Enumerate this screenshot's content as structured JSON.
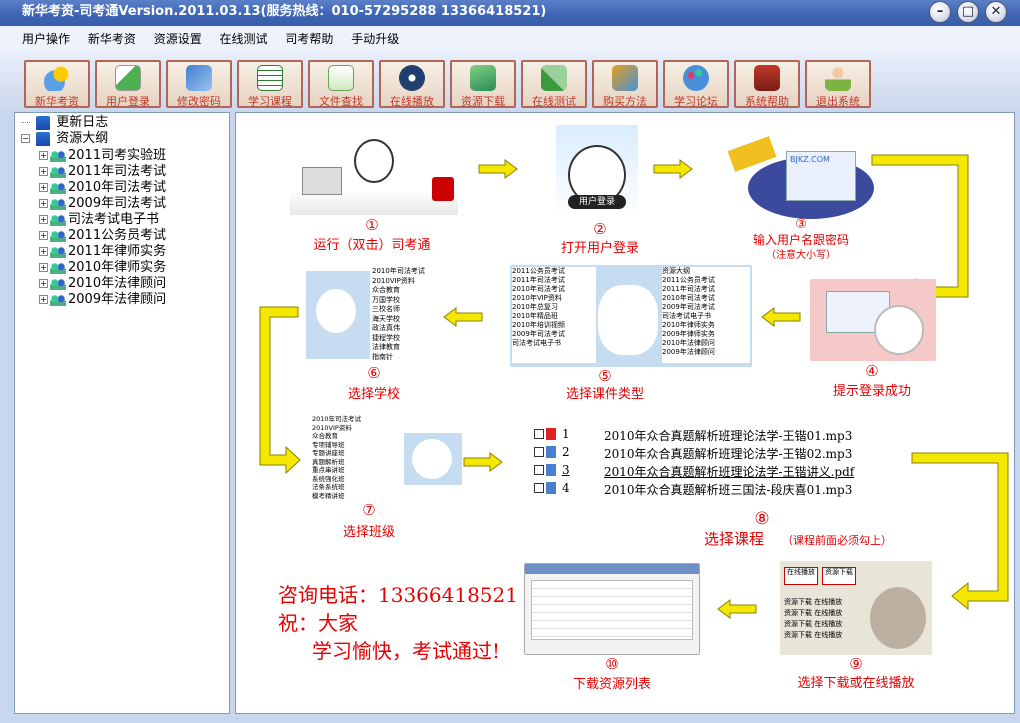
{
  "window": {
    "title": "新华考资-司考通Version.2011.03.13(服务热线：010-57295288 13366418521)",
    "controls": {
      "minimize": "–",
      "maximize": "□",
      "close": "✕"
    }
  },
  "menu": [
    "用户操作",
    "新华考资",
    "资源设置",
    "在线测试",
    "司考帮助",
    "手动升级"
  ],
  "toolbar": [
    {
      "label": "新华考资",
      "icon": "cloud-sun-icon",
      "color": "#f0a020"
    },
    {
      "label": "用户登录",
      "icon": "user-login-icon",
      "color": "#4caf50"
    },
    {
      "label": "修改密码",
      "icon": "key-icon",
      "color": "#3f7fd0"
    },
    {
      "label": "学习课程",
      "icon": "notebook-icon",
      "color": "#2e7d32"
    },
    {
      "label": "文件查找",
      "icon": "search-file-icon",
      "color": "#6aa84f"
    },
    {
      "label": "在线播放",
      "icon": "film-reel-icon",
      "color": "#1f3f6e"
    },
    {
      "label": "资源下载",
      "icon": "download-arrow-icon",
      "color": "#2e8b57"
    },
    {
      "label": "在线测试",
      "icon": "test-pencil-icon",
      "color": "#3c9a3c"
    },
    {
      "label": "购买方法",
      "icon": "shopping-card-icon",
      "color": "#e0a020"
    },
    {
      "label": "学习论坛",
      "icon": "palette-icon",
      "color": "#d04070"
    },
    {
      "label": "系统帮助",
      "icon": "toolbox-icon",
      "color": "#c0392b"
    },
    {
      "label": "退出系统",
      "icon": "exit-user-icon",
      "color": "#7cb342"
    }
  ],
  "tree": {
    "top": [
      {
        "label": "更新日志",
        "expander": ""
      },
      {
        "label": "资源大纲",
        "expander": "−"
      }
    ],
    "children": [
      "2011司考实验班",
      "2011年司法考试",
      "2010年司法考试",
      "2009年司法考试",
      "司法考试电子书",
      "2011公务员考试",
      "2011年律师实务",
      "2010年律师实务",
      "2010年法律顾问",
      "2009年法律顾问"
    ],
    "expander_plus": "+"
  },
  "steps": [
    {
      "num": "①",
      "caption": "运行（双击）司考通"
    },
    {
      "num": "②",
      "caption": "打开用户登录"
    },
    {
      "num": "③",
      "caption": "输入用户名跟密码",
      "note": "（注意大小写）"
    },
    {
      "num": "④",
      "caption": "提示登录成功"
    },
    {
      "num": "⑤",
      "caption": "选择课件类型"
    },
    {
      "num": "⑥",
      "caption": "选择学校"
    },
    {
      "num": "⑦",
      "caption": "选择班级"
    },
    {
      "num": "⑧",
      "caption": "选择课程",
      "note": "（课程前面必须勾上）"
    },
    {
      "num": "⑨",
      "caption": "选择下载或在线播放"
    },
    {
      "num": "⑩",
      "caption": "下载资源列表"
    }
  ],
  "thumb_text": {
    "login_button": "用户登录",
    "play_btn1": "在线播放",
    "play_btn2": "资源下载",
    "site": "BJKZ.COM",
    "tree5_left": [
      "2011公务员考试",
      "2011年司法考试",
      "2010年司法考试",
      "2010年VIP资料",
      "2010年总复习",
      "2010年精品班",
      "2010年培训视频",
      "2009年司法考试",
      "司法考试电子书"
    ],
    "tree5_right": [
      "资源大纲",
      "2011公务员考试",
      "2011年司法考试",
      "2010年司法考试",
      "2009年司法考试",
      "司法考试电子书",
      "2010年律师实务",
      "2009年律师实务",
      "2010年法律顾问",
      "2009年法律顾问"
    ],
    "tree6": [
      "2010年司法考试",
      "2010VIP资料",
      "众合教育",
      "万国学校",
      "三校名师",
      "海天学校",
      "政法真伟",
      "捷程学校",
      "法律教育",
      "指南针"
    ],
    "tree7": [
      "2010年司法考试",
      "2010VIP资料",
      "众合教育",
      "专项辅导班",
      "专题讲座班",
      "真题解析班",
      "重点串讲班",
      "系统强化班",
      "法条系统班",
      "模考精讲班"
    ],
    "rows9": [
      [
        "资源下载",
        "在线播放"
      ],
      [
        "资源下载",
        "在线播放"
      ],
      [
        "资源下载",
        "在线播放"
      ],
      [
        "资源下载",
        "在线播放"
      ]
    ]
  },
  "courses": [
    {
      "n": "1",
      "file": "2010年众合真题解析班理论法学-王锴01.mp3"
    },
    {
      "n": "2",
      "file": "2010年众合真题解析班理论法学-王锴02.mp3"
    },
    {
      "n": "3",
      "file": "2010年众合真题解析班理论法学-王锴讲义.pdf"
    },
    {
      "n": "4",
      "file": "2010年众合真题解析班三国法-段庆喜01.mp3"
    }
  ],
  "contact": {
    "phone": "咨询电话：13366418521",
    "wish": "祝：大家",
    "slogan": "学习愉快，考试通过!"
  },
  "colors": {
    "caption": "#e60000",
    "arrow": "#f4e800",
    "arrow_edge": "#8a8000",
    "title_bar": "#3d63b3",
    "button_border": "#b2665a"
  }
}
